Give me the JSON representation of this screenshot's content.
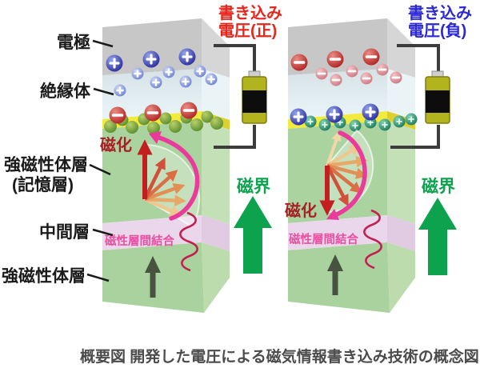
{
  "figure": {
    "caption": "概要図 開発した電圧による磁気情報書き込み技術の概念図"
  },
  "layer_labels": {
    "electrode": "電極",
    "insulator": "絶縁体",
    "memory_layer_line1": "強磁性体層",
    "memory_layer_line2": "(記憶層)",
    "middle_layer": "中間層",
    "bottom_layer": "強磁性体層"
  },
  "left_panel": {
    "write_voltage_line1": "書き込み",
    "write_voltage_line2": "電圧(正)",
    "magnetization": "磁化",
    "interlayer_coupling": "磁性層間結合",
    "magnetic_field": "磁界"
  },
  "right_panel": {
    "write_voltage_line1": "書き込み",
    "write_voltage_line2": "電圧(負)",
    "magnetization": "磁化",
    "interlayer_coupling": "磁性層間結合",
    "magnetic_field": "磁界"
  },
  "colors": {
    "positive_voltage_text": "#e8251a",
    "negative_voltage_text": "#2b28d8",
    "magnetic_field_green": "#0ca24e",
    "magnetization_red": "#a82025",
    "coupling_pink": "#e850a0",
    "caption_gray": "#4b4b4b",
    "layer_label_black": "#1a1a1a"
  }
}
